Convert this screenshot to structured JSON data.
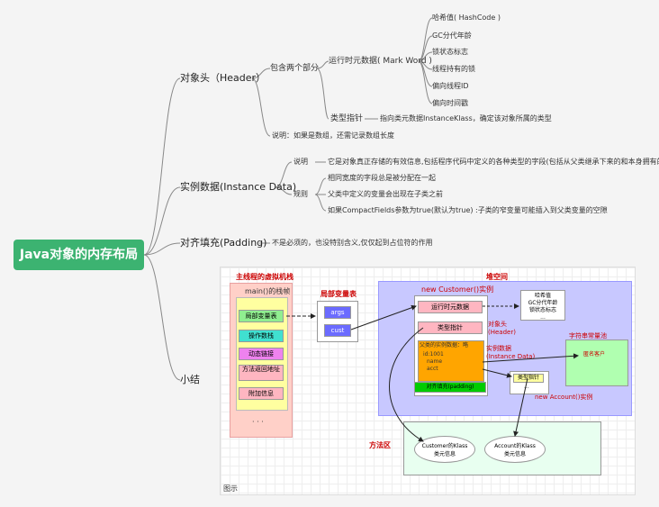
{
  "root": {
    "title": "Java对象的内存布局",
    "bg": "#3cb371"
  },
  "header": {
    "label": "对象头（Header）",
    "contains": "包含两个部分",
    "mark_word": {
      "label": "运行时元数据( Mark Word )",
      "items": [
        "哈希值( HashCode )",
        "GC分代年龄",
        "锁状态标志",
        "线程持有的锁",
        "偏向线程ID",
        "偏向时间戳"
      ]
    },
    "klass": {
      "label": "类型指针",
      "desc": "指向类元数据InstanceKlass，确定该对象所属的类型"
    },
    "array_note": "说明：如果是数组，还需记录数组长度"
  },
  "instance": {
    "label": "实例数据(Instance Data)",
    "desc_label": "说明",
    "desc": "它是对象真正存储的有效信息,包括程序代码中定义的各种类型的字段(包括从父类继承下来的和本身拥有的字段)",
    "rules_label": "规则",
    "rules": [
      "相同宽度的字段总是被分配在一起",
      "父类中定义的变量会出现在子类之前",
      "如果CompactFields参数为true(默认为true) :子类的窄变量可能插入到父类变量的空隙"
    ]
  },
  "padding": {
    "label": "对齐填充(Padding)",
    "desc": "不是必须的，也没特别含义,仅仅起到占位符的作用"
  },
  "summary": {
    "label": "小结",
    "caption": "图示",
    "stack_title": "主线程的虚拟机栈",
    "frame_title": "main()的栈帧",
    "frame_items": [
      "局部变量表",
      "操作数栈",
      "动态链接",
      "方法返回地址",
      "附加信息"
    ],
    "dots": "· · ·",
    "locals_title": "局部变量表",
    "locals": [
      "args",
      "cust"
    ],
    "heap_title": "堆空间",
    "customer_title": "new Customer()实例",
    "cust_mark": "运行时元数据",
    "cust_klass": "类型指针",
    "header_label": "对象头\n(Header)",
    "instance_label": "实例数据\n(Instance Data)",
    "fields_title": "父类的实例数据：略",
    "fields": [
      "id:1001",
      "name",
      "acct"
    ],
    "padding_label": "对齐填充(padding)",
    "mark_detail": "哈希值\nGC分代年龄\n锁状态标志\n...",
    "string_pool": "字符串常量池",
    "string_value": "匿名客户",
    "account_klass": "类型指针",
    "account_dots": "...",
    "account_title": "new Account()实例",
    "method_area": "方法区",
    "klass_customer": "Customer的Klass\n类元信息",
    "klass_account": "Account的Klass\n类元信息"
  }
}
